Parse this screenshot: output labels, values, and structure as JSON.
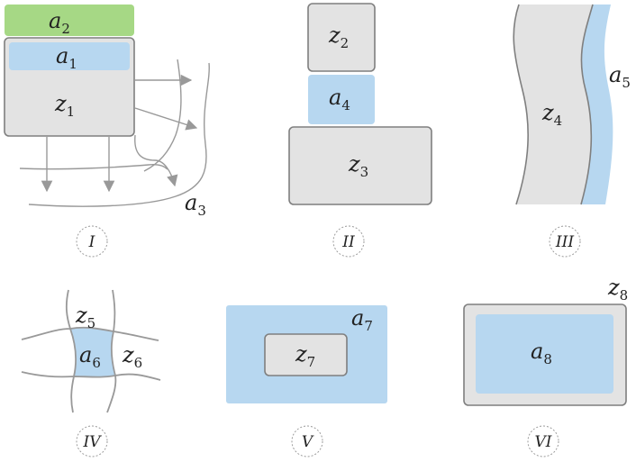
{
  "colors": {
    "gray_fill": "#e3e3e3",
    "gray_stroke": "#7f7f7f",
    "blue_fill": "#b7d7f0",
    "green_fill": "#a6d885",
    "line": "#999999",
    "caption_circle": "#9a9a9a"
  },
  "panels": [
    {
      "caption": "I",
      "labels": {
        "a2": {
          "base": "a",
          "sub": "2"
        },
        "a1": {
          "base": "a",
          "sub": "1"
        },
        "z1": {
          "base": "z",
          "sub": "1"
        },
        "a3": {
          "base": "a",
          "sub": "3"
        }
      }
    },
    {
      "caption": "II",
      "labels": {
        "z2": {
          "base": "z",
          "sub": "2"
        },
        "a4": {
          "base": "a",
          "sub": "4"
        },
        "z3": {
          "base": "z",
          "sub": "3"
        }
      }
    },
    {
      "caption": "III",
      "labels": {
        "z4": {
          "base": "z",
          "sub": "4"
        },
        "a5": {
          "base": "a",
          "sub": "5"
        }
      }
    },
    {
      "caption": "IV",
      "labels": {
        "z5": {
          "base": "z",
          "sub": "5"
        },
        "a6": {
          "base": "a",
          "sub": "6"
        },
        "z6": {
          "base": "z",
          "sub": "6"
        }
      }
    },
    {
      "caption": "V",
      "labels": {
        "a7": {
          "base": "a",
          "sub": "7"
        },
        "z7": {
          "base": "z",
          "sub": "7"
        }
      }
    },
    {
      "caption": "VI",
      "labels": {
        "z8": {
          "base": "z",
          "sub": "8"
        },
        "a8": {
          "base": "a",
          "sub": "8"
        }
      }
    }
  ]
}
